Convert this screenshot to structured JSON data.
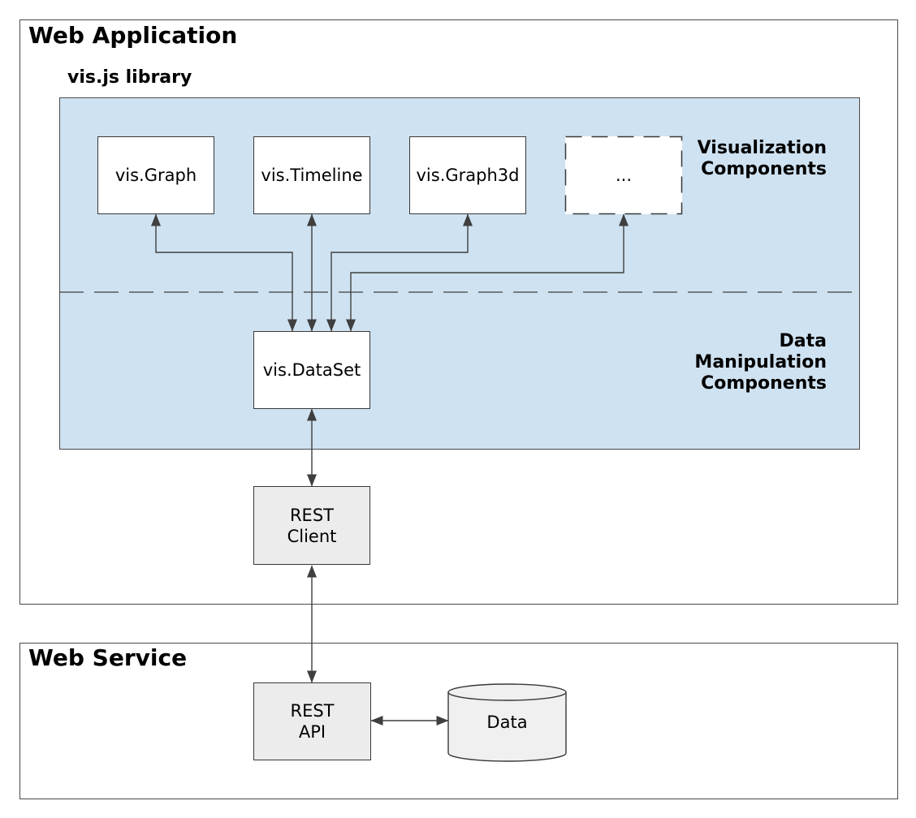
{
  "colors": {
    "background": "#ffffff",
    "container_border": "#4a4a4a",
    "box_border": "#383838",
    "blue_fill": "#cfe2f1",
    "gray_fill": "#ececec",
    "cylinder_fill": "#f0f0f0",
    "line_color": "#3f3f3f",
    "text_color": "#000000"
  },
  "web_application": {
    "title": "Web Application",
    "visjs_library": {
      "title": "vis.js library",
      "visualization_components_label": "Visualization Components",
      "data_manipulation_label": "Data Manipulation Components",
      "components": [
        {
          "label": "vis.Graph"
        },
        {
          "label": "vis.Timeline"
        },
        {
          "label": "vis.Graph3d"
        },
        {
          "label": "..."
        }
      ],
      "dataset_label": "vis.DataSet"
    },
    "rest_client_label": "REST\nClient"
  },
  "web_service": {
    "title": "Web Service",
    "rest_api_label": "REST\nAPI",
    "data_store_label": "Data"
  }
}
